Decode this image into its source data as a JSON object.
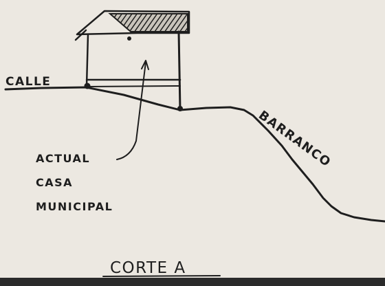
{
  "labels": {
    "street": "CALLE",
    "ravine": "BARRANCO",
    "house_line1": "ACTUAL",
    "house_line2": "CASA",
    "house_line3": "MUNICIPAL",
    "section_title": "CORTE A"
  },
  "colors": {
    "paper": "#ece8e1",
    "ink": "#1e1e1e",
    "bottom_band": "#2a2a2a"
  }
}
